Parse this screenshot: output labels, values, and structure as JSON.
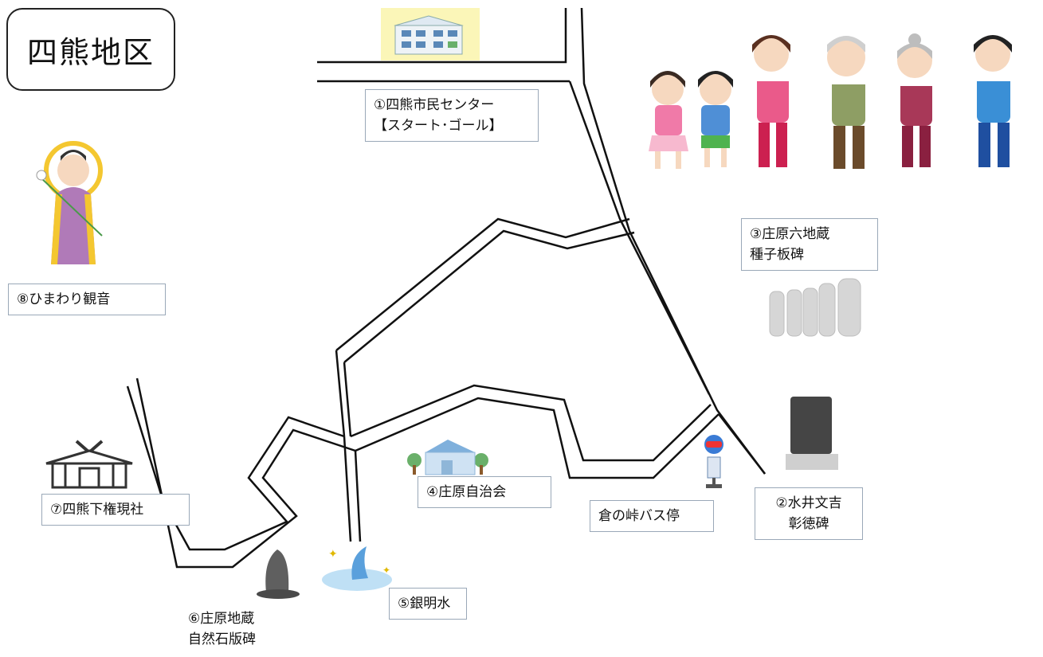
{
  "area_title": "四熊地区",
  "places": {
    "p1": {
      "line1": "①四熊市民センター",
      "line2": "【スタート･ゴール】"
    },
    "p2": {
      "line1": "②水井文吉",
      "line2": "彰徳碑"
    },
    "p3": {
      "line1": "③庄原六地蔵",
      "line2": "種子板碑"
    },
    "p4": {
      "line1": "④庄原自治会"
    },
    "p5": {
      "line1": "⑤銀明水"
    },
    "p6": {
      "line1": "⑥庄原地蔵",
      "line2": "自然石版碑"
    },
    "p7": {
      "line1": "⑦四熊下権現社"
    },
    "p8": {
      "line1": "⑧ひまわり観音"
    },
    "bus_stop": {
      "line1": "倉の峠バス停"
    }
  },
  "colors": {
    "road": "#111111",
    "label_border": "#9aa8b8",
    "stone_gray": "#d4d4d4",
    "monument_dark": "#4a4a4a",
    "building_blue": "#8fb6d8"
  },
  "icons": [
    "community-center-building-icon",
    "walking-group-icon",
    "kannon-statue-icon",
    "jizo-stones-icon",
    "memorial-monument-icon",
    "bus-stop-sign-icon",
    "community-hall-icon",
    "spring-water-icon",
    "jizo-stone-icon",
    "shrine-icon"
  ]
}
